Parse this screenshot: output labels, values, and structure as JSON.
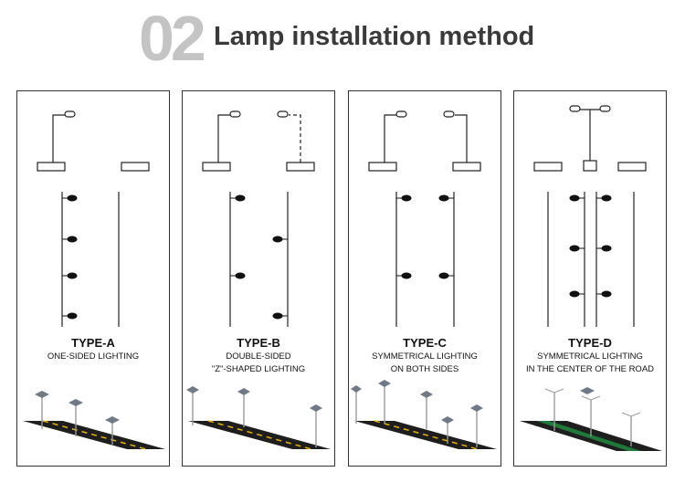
{
  "header": {
    "number": "02",
    "title": "Lamp installation method"
  },
  "panels": [
    {
      "type": "TYPE-A",
      "desc": [
        "ONE-SIDED LIGHTING"
      ]
    },
    {
      "type": "TYPE-B",
      "desc": [
        "DOUBLE-SIDED",
        "\"Z\"-SHAPED LIGHTING"
      ]
    },
    {
      "type": "TYPE-C",
      "desc": [
        "SYMMETRICAL LIGHTING",
        "ON BOTH SIDES"
      ]
    },
    {
      "type": "TYPE-D",
      "desc": [
        "SYMMETRICAL LIGHTING",
        "IN THE CENTER OF THE ROAD"
      ]
    }
  ],
  "colors": {
    "number": "#c4c4c4",
    "road": "#1e1e1e",
    "road_marking": "#e8b000",
    "median": "#1f7a3a",
    "line": "#222222"
  }
}
